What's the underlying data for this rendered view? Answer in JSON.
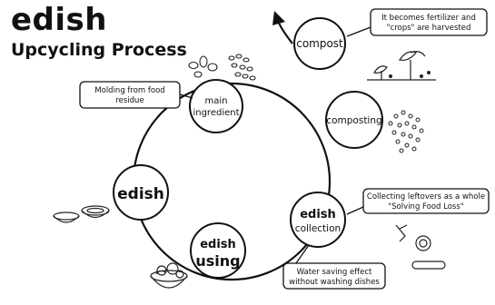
{
  "header": {
    "brand": "edish",
    "subtitle": "Upcycling Process"
  },
  "nodes": {
    "compost": "compost",
    "composting": "composting",
    "main_ingredient_1": "main",
    "main_ingredient_2": "ingredient",
    "edish_center": "edish",
    "edish_using_brand": "edish",
    "edish_using_label": "using",
    "edish_collection_brand": "edish",
    "edish_collection_label": "collection"
  },
  "callouts": {
    "fertilizer_1": "It becomes fertilizer and",
    "fertilizer_2": "\"crops\" are harvested",
    "molding_1": "Molding from food",
    "molding_2": "residue",
    "leftovers_1": "Collecting leftovers as a whole",
    "leftovers_2": "\"Solving Food Loss\"",
    "water_1": "Water saving effect",
    "water_2": "without washing dishes"
  }
}
